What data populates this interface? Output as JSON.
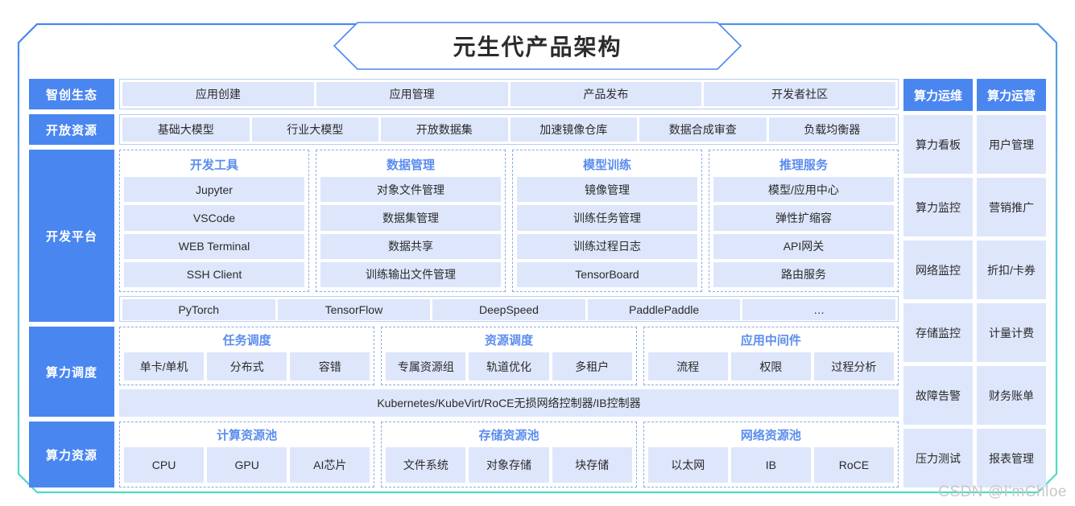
{
  "title": "元生代产品架构",
  "watermark": "CSDN @I'mChloe",
  "colors": {
    "brand_blue": "#4a86f0",
    "pill_fill": "#dde6fb",
    "group_title": "#5b8def",
    "frame_top": "#4a86f0",
    "frame_bottom": "#4ddbc8",
    "border_light": "#b9cdf2"
  },
  "rows": {
    "eco": {
      "label": "智创生态",
      "items": [
        "应用创建",
        "应用管理",
        "产品发布",
        "开发者社区"
      ]
    },
    "resources": {
      "label": "开放资源",
      "items": [
        "基础大模型",
        "行业大模型",
        "开放数据集",
        "加速镜像仓库",
        "数据合成审查",
        "负载均衡器"
      ]
    },
    "dev_platform": {
      "label": "开发平台",
      "groups": [
        {
          "title": "开发工具",
          "items": [
            "Jupyter",
            "VSCode",
            "WEB Terminal",
            "SSH Client"
          ]
        },
        {
          "title": "数据管理",
          "items": [
            "对象文件管理",
            "数据集管理",
            "数据共享",
            "训练输出文件管理"
          ]
        },
        {
          "title": "模型训练",
          "items": [
            "镜像管理",
            "训练任务管理",
            "训练过程日志",
            "TensorBoard"
          ]
        },
        {
          "title": "推理服务",
          "items": [
            "模型/应用中心",
            "弹性扩缩容",
            "API网关",
            "路由服务"
          ]
        }
      ],
      "frameworks": [
        "PyTorch",
        "TensorFlow",
        "DeepSpeed",
        "PaddlePaddle",
        "…"
      ]
    },
    "scheduling": {
      "label": "算力调度",
      "groups": [
        {
          "title": "任务调度",
          "items": [
            "单卡/单机",
            "分布式",
            "容错"
          ]
        },
        {
          "title": "资源调度",
          "items": [
            "专属资源组",
            "轨道优化",
            "多租户"
          ]
        },
        {
          "title": "应用中间件",
          "items": [
            "流程",
            "权限",
            "过程分析"
          ]
        }
      ],
      "platform_bar": "Kubernetes/KubeVirt/RoCE无损网络控制器/IB控制器"
    },
    "compute_resources": {
      "label": "算力资源",
      "groups": [
        {
          "title": "计算资源池",
          "items": [
            "CPU",
            "GPU",
            "AI芯片"
          ]
        },
        {
          "title": "存储资源池",
          "items": [
            "文件系统",
            "对象存储",
            "块存储"
          ]
        },
        {
          "title": "网络资源池",
          "items": [
            "以太网",
            "IB",
            "RoCE"
          ]
        }
      ]
    }
  },
  "right_panel": {
    "columns": [
      {
        "head": "算力运维",
        "items": [
          "算力看板",
          "算力监控",
          "网络监控",
          "存储监控",
          "故障告警",
          "压力测试"
        ]
      },
      {
        "head": "算力运营",
        "items": [
          "用户管理",
          "营销推广",
          "折扣/卡券",
          "计量计费",
          "财务账单",
          "报表管理"
        ]
      }
    ]
  }
}
